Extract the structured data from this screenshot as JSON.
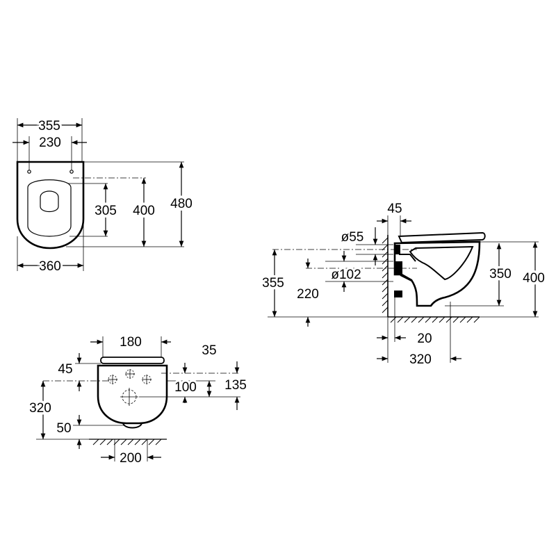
{
  "top_view": {
    "width_top": "355",
    "fixing_distance": "230",
    "depth_inner": "305",
    "depth_fixings": "400",
    "depth_total": "480",
    "width_bottom": "360"
  },
  "front_view": {
    "width_top": "180",
    "offset_top": "45",
    "dim_35": "35",
    "dim_100": "100",
    "dim_135": "135",
    "height_320": "320",
    "dim_50": "50",
    "width_bottom": "200"
  },
  "side_view": {
    "dim_45": "45",
    "diameter_55": "ø55",
    "diameter_102": "ø102",
    "height_355": "355",
    "height_220": "220",
    "height_350": "350",
    "height_400": "400",
    "dim_20": "20",
    "dim_320": "320"
  }
}
